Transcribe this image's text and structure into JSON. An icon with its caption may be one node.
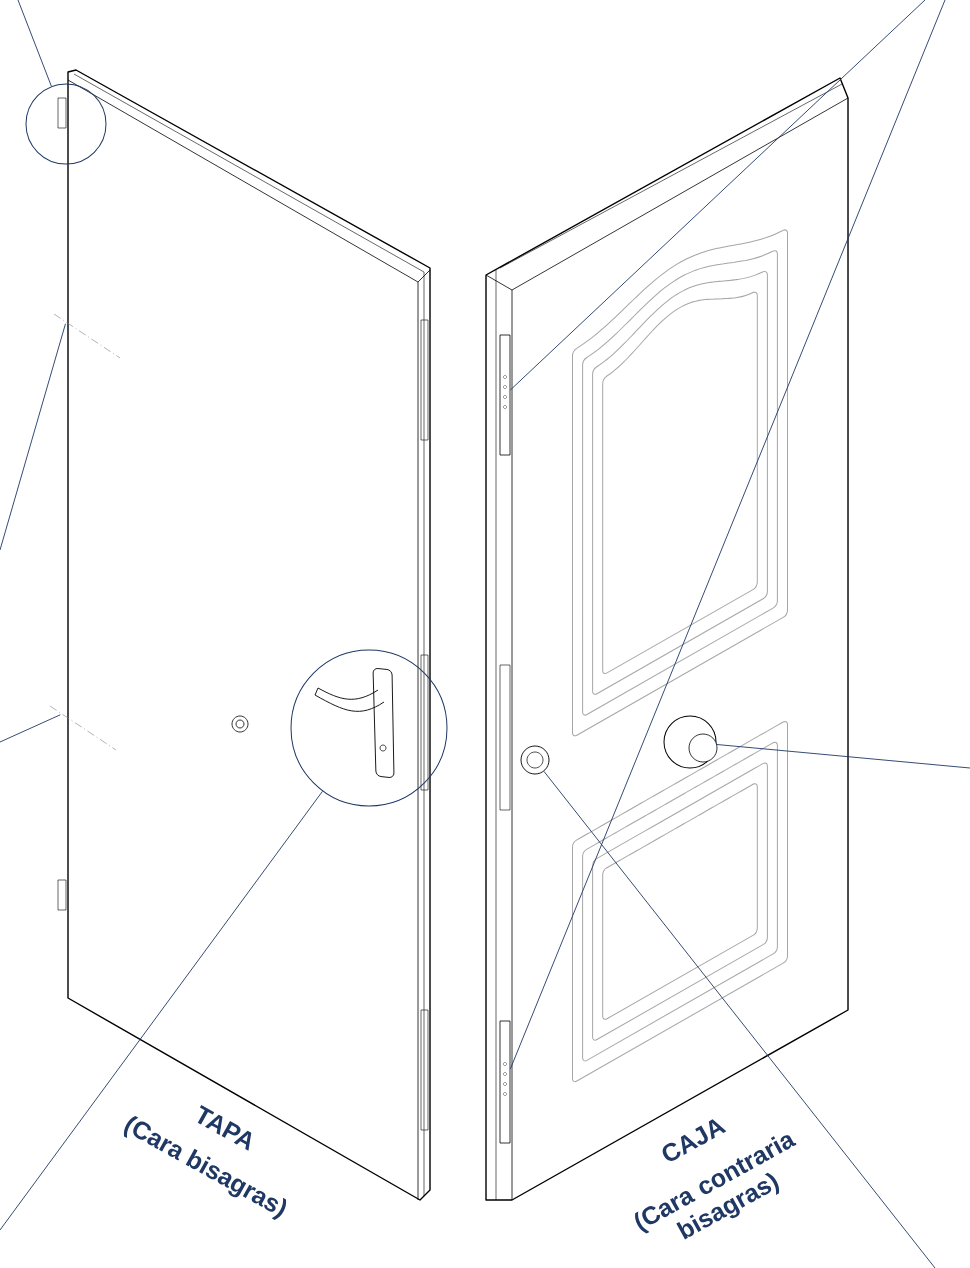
{
  "diagram": {
    "nodes": [
      {
        "text": [],
        "shape": "circle"
      },
      {
        "text": [],
        "shape": "line"
      },
      {
        "text": [],
        "shape": "line"
      },
      {
        "text": [],
        "shape": "circle"
      },
      {
        "text": [],
        "shape": "box"
      },
      {
        "text": [],
        "shape": "box"
      },
      {
        "text": [],
        "shape": "circle"
      },
      {
        "text": [],
        "shape": "circle"
      }
    ],
    "edges": [
      {
        "from": null,
        "to": 0,
        "arrow": "none"
      },
      {
        "from": null,
        "to": 1,
        "arrow": "none"
      },
      {
        "from": null,
        "to": 2,
        "arrow": "none"
      },
      {
        "from": null,
        "to": 3,
        "arrow": "none"
      },
      {
        "from": null,
        "to": 4,
        "arrow": "none"
      },
      {
        "from": null,
        "to": 5,
        "arrow": "none"
      },
      {
        "from": null,
        "to": 6,
        "arrow": "none"
      },
      {
        "from": null,
        "to": 7,
        "arrow": "none"
      }
    ],
    "labels": [
      "TAPA",
      "(Cara bisagras)",
      "CAJA",
      "(Cara contraria bisagras)"
    ]
  }
}
